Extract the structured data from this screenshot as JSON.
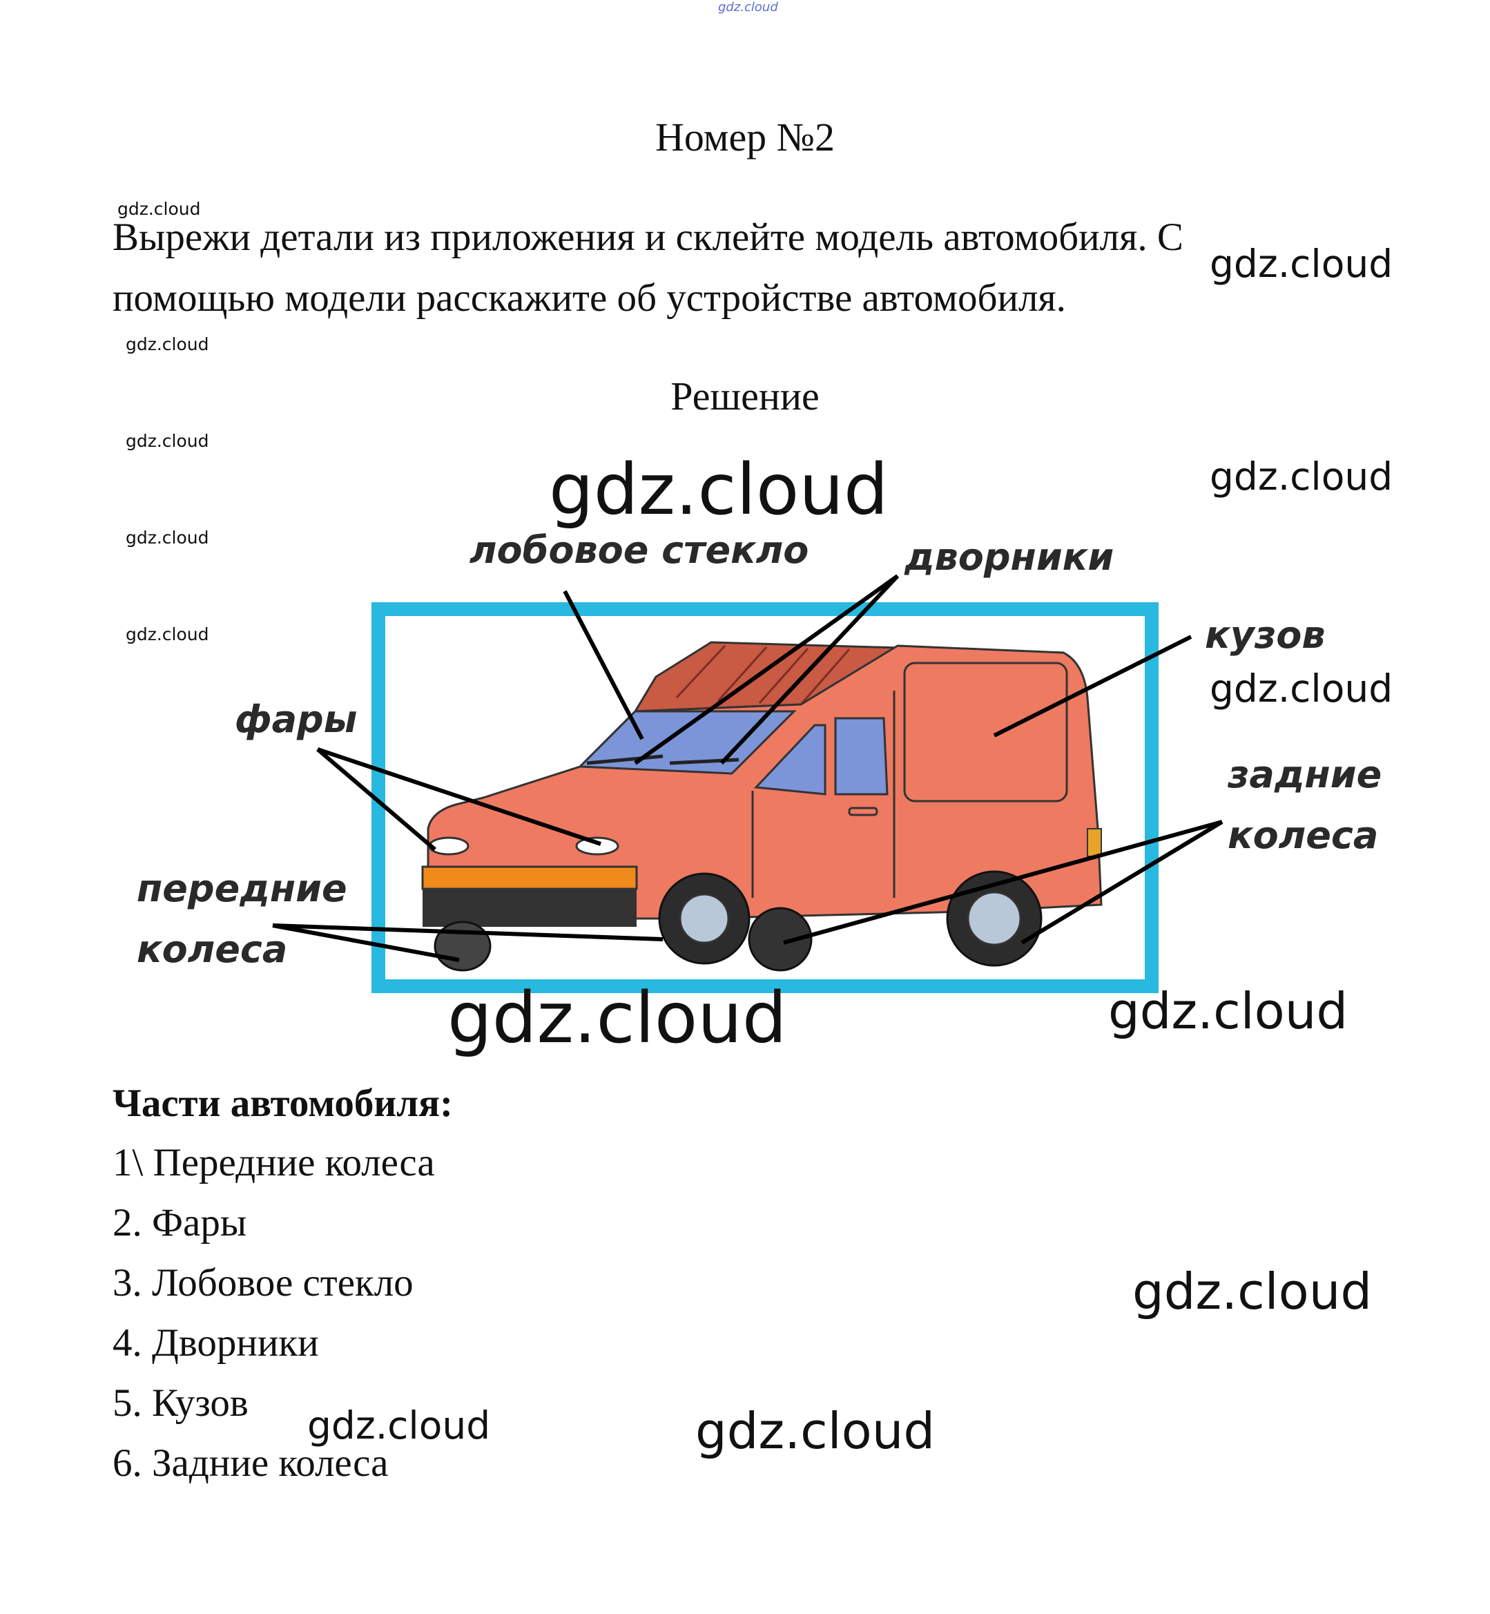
{
  "watermarks": {
    "top": "gdz.cloud",
    "small": "gdz.cloud",
    "medium": "gdz.cloud",
    "large": "gdz.cloud"
  },
  "header": {
    "title": "Номер №2"
  },
  "task": {
    "line1": "Вырежи детали из приложения и склейте модель автомобиля. С",
    "line2": "помощью модели расскажите об устройстве автомобиля."
  },
  "solution": {
    "title": "Решение"
  },
  "figure": {
    "labels": {
      "windshield": "лобовое стекло",
      "wipers": "дворники",
      "body": "кузов",
      "headlights": "фары",
      "rear_wheels_1": "задние",
      "rear_wheels_2": "колеса",
      "front_wheels_1": "передние",
      "front_wheels_2": "колеса"
    },
    "colors": {
      "frame": "#29b8e0",
      "car_body": "#ee7a62",
      "roof": "#c95a44",
      "glass": "#7c95d8",
      "bumper": "#f08a1a"
    }
  },
  "parts": {
    "title": "Части автомобиля:",
    "items": [
      "1\\ Передние колеса",
      "2. Фары",
      "3. Лобовое стекло",
      "4. Дворники",
      "5. Кузов",
      "6. Задние колеса"
    ]
  }
}
